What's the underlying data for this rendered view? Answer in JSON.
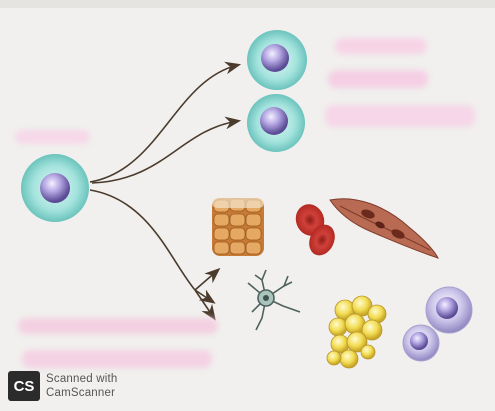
{
  "watermark": {
    "badge": "CS",
    "line1": "Scanned with",
    "line2": "CamScanner"
  },
  "colors": {
    "background": "#f1f0ee",
    "arrow": "#4a3b2c",
    "stem_cell_halo": "#7fd0cc",
    "stem_cell_nucleus": "#7a6bb0",
    "red_blood_cell": "#c8322a",
    "muscle_fiber": "#b06048",
    "bone_cells": "#d8924a",
    "neuron": "#5a6e6a",
    "fat_cells": "#f0d84a",
    "white_blood_cell": "#9d8fd0",
    "redaction": "#f5cfe4"
  },
  "icons": [
    "stem-cell",
    "blood-stem-cell",
    "bone-tissue-icon",
    "red-blood-cell-icon",
    "muscle-cell-icon",
    "nerve-cell-icon",
    "fat-cells-icon",
    "white-blood-cell-icon"
  ]
}
